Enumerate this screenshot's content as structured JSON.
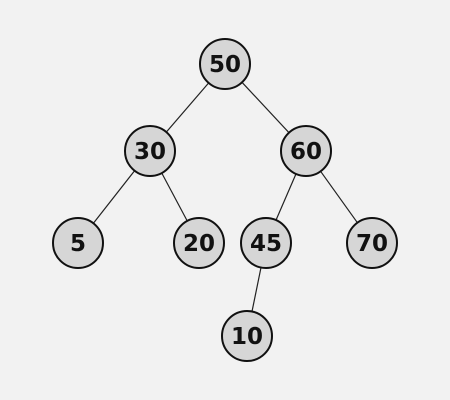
{
  "tree": {
    "nodes": [
      {
        "id": "n50",
        "label": "50"
      },
      {
        "id": "n30",
        "label": "30"
      },
      {
        "id": "n60",
        "label": "60"
      },
      {
        "id": "n5",
        "label": "5"
      },
      {
        "id": "n20",
        "label": "20"
      },
      {
        "id": "n45",
        "label": "45"
      },
      {
        "id": "n70",
        "label": "70"
      },
      {
        "id": "n10",
        "label": "10"
      }
    ],
    "edges": [
      {
        "from": "n50",
        "to": "n30"
      },
      {
        "from": "n50",
        "to": "n60"
      },
      {
        "from": "n30",
        "to": "n5"
      },
      {
        "from": "n30",
        "to": "n20"
      },
      {
        "from": "n60",
        "to": "n45"
      },
      {
        "from": "n60",
        "to": "n70"
      },
      {
        "from": "n45",
        "to": "n10"
      }
    ],
    "colors": {
      "background": "#f2f2f2",
      "node_fill": "#d6d6d6",
      "node_stroke": "#111111",
      "edge": "#222222",
      "text": "#111111"
    }
  }
}
